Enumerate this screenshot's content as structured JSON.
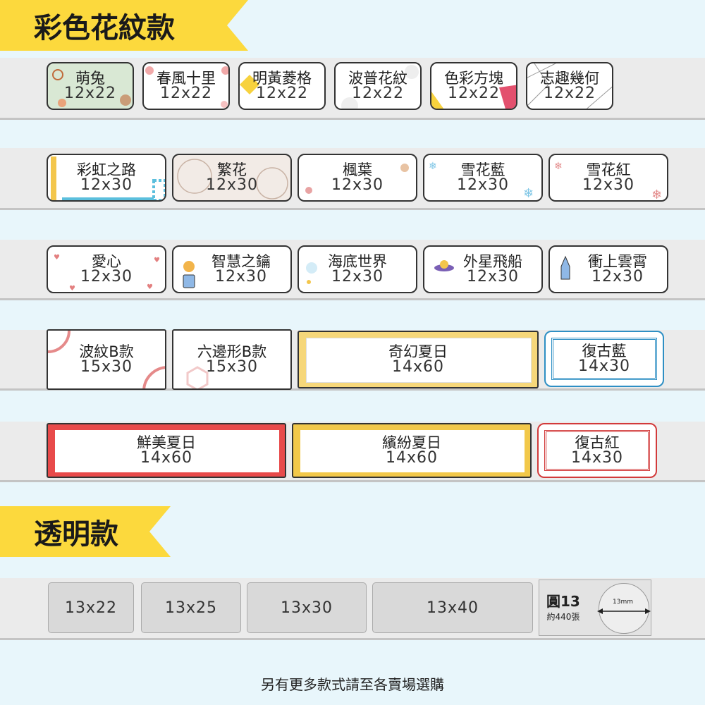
{
  "section1": {
    "title": "彩色花紋款"
  },
  "section2": {
    "title": "透明款"
  },
  "row1": [
    {
      "name": "萌兔",
      "size": "12x22"
    },
    {
      "name": "春風十里",
      "size": "12x22"
    },
    {
      "name": "明黃菱格",
      "size": "12x22"
    },
    {
      "name": "波普花紋",
      "size": "12x22"
    },
    {
      "name": "色彩方塊",
      "size": "12x22"
    },
    {
      "name": "志趣幾何",
      "size": "12x22"
    }
  ],
  "row2": [
    {
      "name": "彩虹之路",
      "size": "12x30"
    },
    {
      "name": "繁花",
      "size": "12x30"
    },
    {
      "name": "楓葉",
      "size": "12x30"
    },
    {
      "name": "雪花藍",
      "size": "12x30"
    },
    {
      "name": "雪花紅",
      "size": "12x30"
    }
  ],
  "row3": [
    {
      "name": "愛心",
      "size": "12x30"
    },
    {
      "name": "智慧之鑰",
      "size": "12x30"
    },
    {
      "name": "海底世界",
      "size": "12x30"
    },
    {
      "name": "外星飛船",
      "size": "12x30"
    },
    {
      "name": "衝上雲霄",
      "size": "12x30"
    }
  ],
  "row4": [
    {
      "name": "波紋B款",
      "size": "15x30"
    },
    {
      "name": "六邊形B款",
      "size": "15x30"
    },
    {
      "name": "奇幻夏日",
      "size": "14x60"
    },
    {
      "name": "復古藍",
      "size": "14x30"
    }
  ],
  "row5": [
    {
      "name": "鮮美夏日",
      "size": "14x60"
    },
    {
      "name": "繽紛夏日",
      "size": "14x60"
    },
    {
      "name": "復古紅",
      "size": "14x30"
    }
  ],
  "clear": [
    {
      "size": "13x22"
    },
    {
      "size": "13x25"
    },
    {
      "size": "13x30"
    },
    {
      "size": "13x40"
    }
  ],
  "round": {
    "name": "圓13",
    "count": "約440張",
    "dim": "13mm"
  },
  "footer": "另有更多款式請至各賣場選購",
  "colors": {
    "banner": "#fcd93d",
    "background": "#e8f6fb",
    "band": "#ebebeb",
    "vintage_blue": "#2e8fc4",
    "vintage_red": "#d23a3a"
  }
}
